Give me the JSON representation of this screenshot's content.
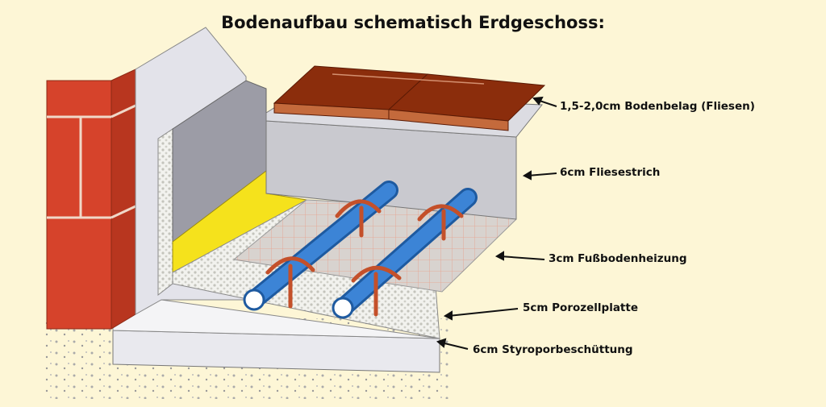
{
  "title": "Bodenaufbau schematisch Erdgeschoss:",
  "layers": [
    {
      "id": "bodenbelag",
      "label": "1,5-2,0cm Bodenbelag (Fliesen)"
    },
    {
      "id": "fliesestrich",
      "label": "6cm Fliesestrich"
    },
    {
      "id": "fussbodenheizung",
      "label": "3cm Fußbodenheizung"
    },
    {
      "id": "porozellplatte",
      "label": "5cm Porozellplatte"
    },
    {
      "id": "styroporbeschuettung",
      "label": "6cm Styroporbeschüttung"
    }
  ],
  "colors": {
    "background": "#fdf6d6",
    "brick": "#d6432b",
    "tile": "#8b2d0c",
    "screed": "#c9c9c9",
    "pipe": "#3c84d6",
    "clip": "#c4502a",
    "insulation_yellow": "#f5e21c"
  }
}
